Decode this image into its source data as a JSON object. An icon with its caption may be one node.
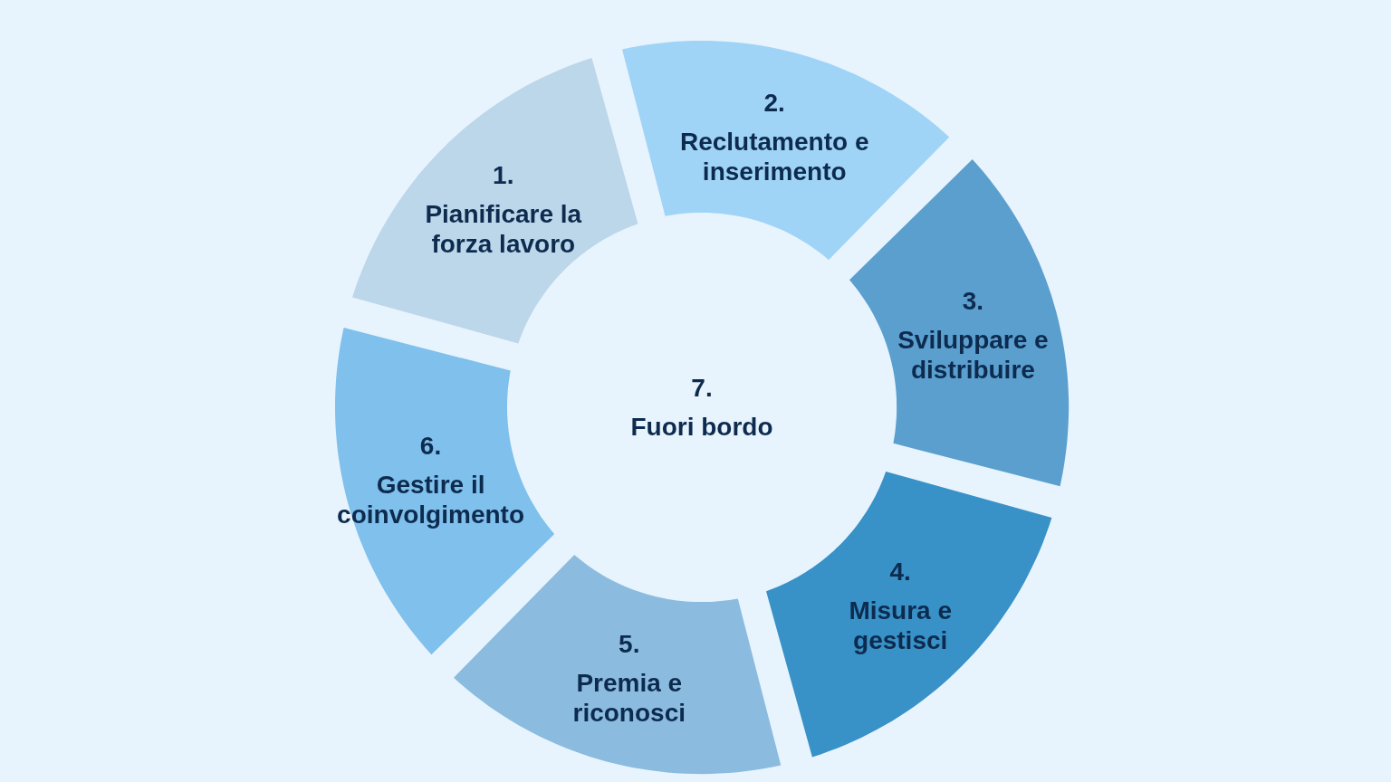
{
  "diagram": {
    "nodes": [
      {
        "text": [
          "1.",
          "Pianificare la forza lavoro"
        ]
      },
      {
        "text": [
          "2.",
          "Reclutamento e inserimento"
        ]
      },
      {
        "text": [
          "3.",
          "Sviluppare e distribuire"
        ]
      },
      {
        "text": [
          "4.",
          "Misura e gestisci"
        ]
      },
      {
        "text": [
          "5.",
          "Premia e riconosci"
        ]
      },
      {
        "text": [
          "6.",
          "Gestire il coinvolgimento"
        ]
      },
      {
        "text": [
          "7.",
          "Fuori bordo"
        ]
      }
    ]
  }
}
